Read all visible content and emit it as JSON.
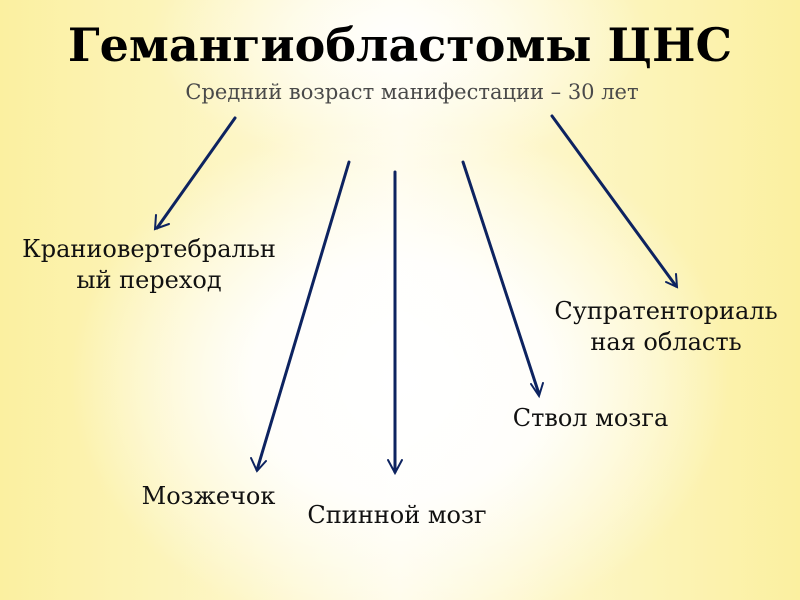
{
  "slide": {
    "title": "Гемангиобластомы ЦНС",
    "subtitle": "Средний возраст манифестации – 30 лет",
    "arrow_color": "#0d2360"
  },
  "nodes": [
    {
      "id": "craniovertebral",
      "line1": "Краниовертебральн",
      "line2": "ый переход"
    },
    {
      "id": "supratentorial",
      "line1": "Супратенториаль",
      "line2": "ная область"
    },
    {
      "id": "brainstem",
      "label": "Ствол мозга"
    },
    {
      "id": "cerebellum",
      "label": "Мозжечок"
    },
    {
      "id": "spinal_cord",
      "label": "Спинной мозг"
    }
  ]
}
